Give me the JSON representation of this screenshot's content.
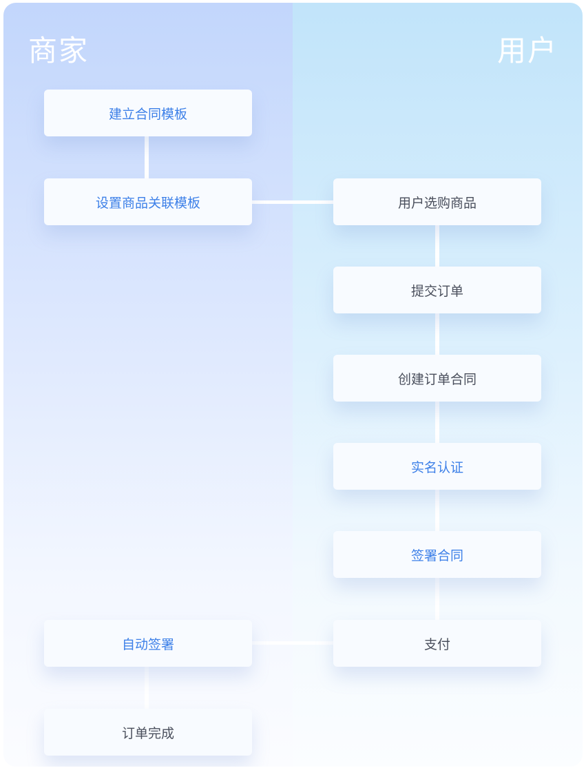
{
  "lanes": {
    "merchant": {
      "title": "商家"
    },
    "user": {
      "title": "用户"
    }
  },
  "steps": {
    "create_template": {
      "label": "建立合同模板",
      "lane": "merchant",
      "color": "#3d80e8"
    },
    "link_template": {
      "label": "设置商品关联模板",
      "lane": "merchant",
      "color": "#3d80e8"
    },
    "select_goods": {
      "label": "用户选购商品",
      "lane": "user",
      "color": "#4a4f5c"
    },
    "submit_order": {
      "label": "提交订单",
      "lane": "user",
      "color": "#4a4f5c"
    },
    "create_contract": {
      "label": "创建订单合同",
      "lane": "user",
      "color": "#4a4f5c"
    },
    "verify_identity": {
      "label": "实名认证",
      "lane": "user",
      "color": "#3d80e8"
    },
    "sign_contract": {
      "label": "签署合同",
      "lane": "user",
      "color": "#3d80e8"
    },
    "pay": {
      "label": "支付",
      "lane": "user",
      "color": "#4a4f5c"
    },
    "auto_sign": {
      "label": "自动签署",
      "lane": "merchant",
      "color": "#3d80e8"
    },
    "order_complete": {
      "label": "订单完成",
      "lane": "merchant",
      "color": "#4a4f5c"
    }
  },
  "colors": {
    "accent": "#3d80e8",
    "text": "#4a4f5c",
    "node_background": "#f8fbff",
    "connector": "#ffffff"
  }
}
